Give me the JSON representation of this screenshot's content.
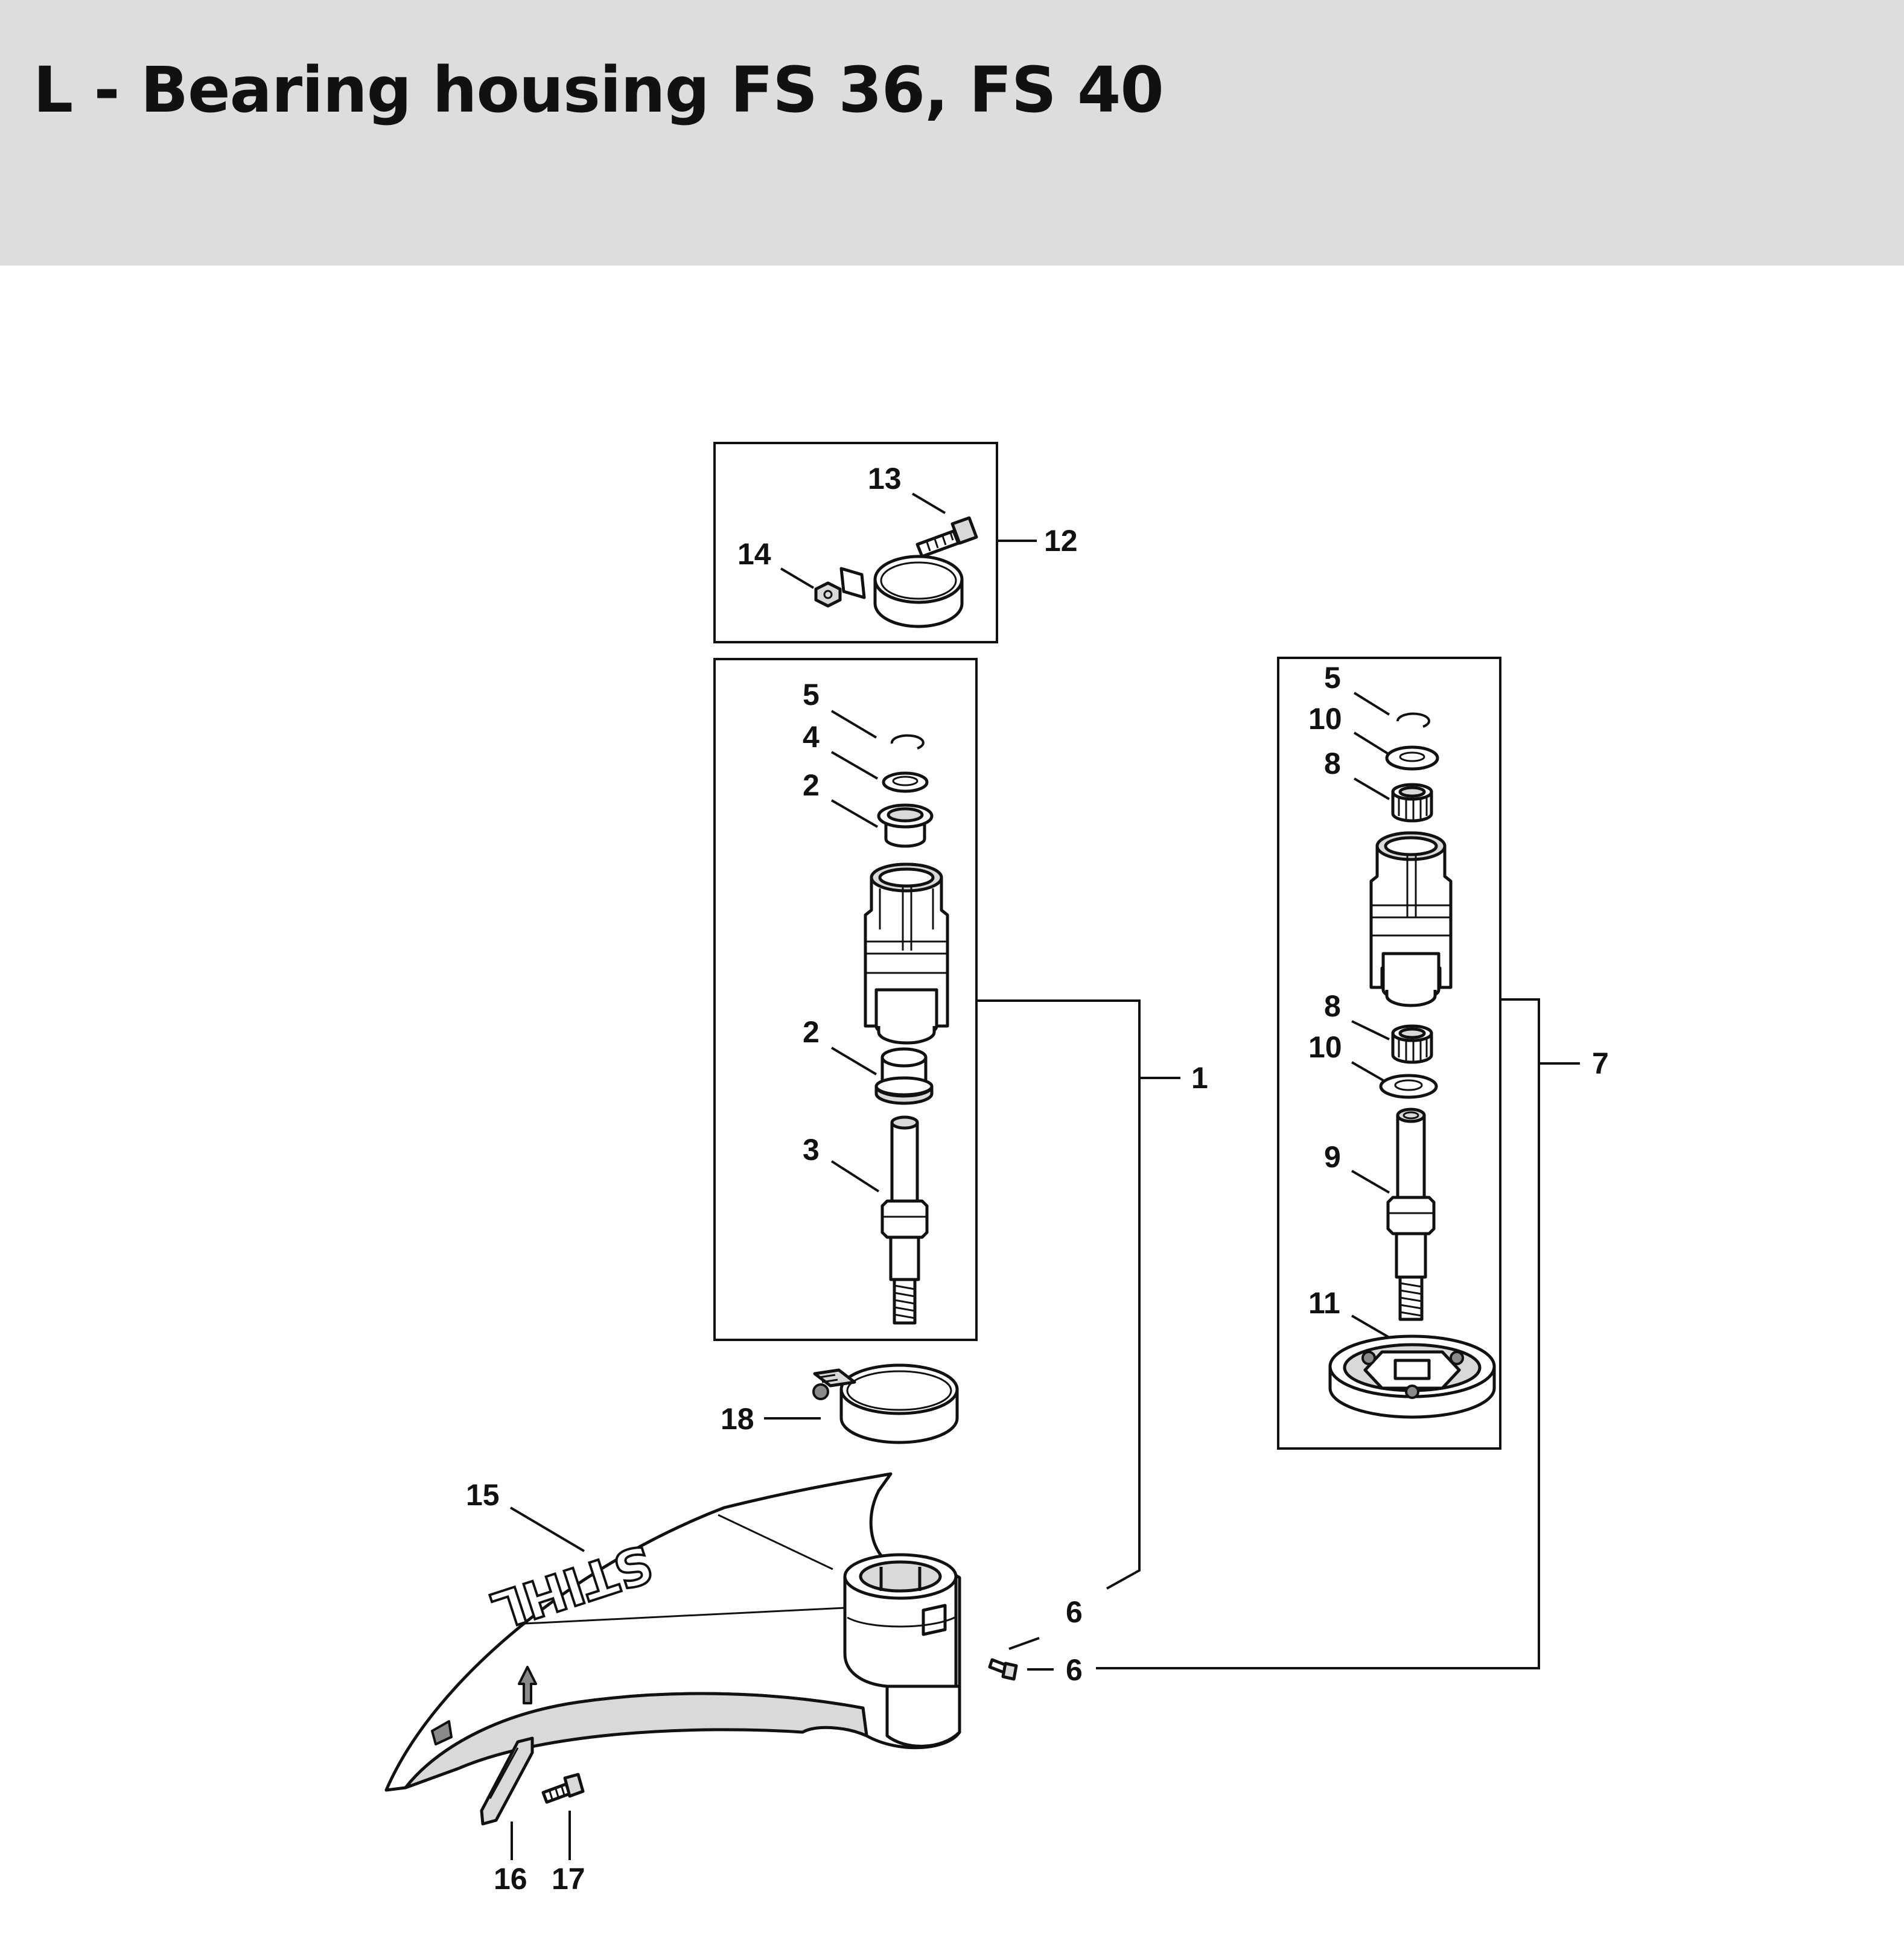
{
  "title": "L - Bearing housing FS 36, FS 40",
  "colors": {
    "header_background": "#dcdddd",
    "line": "#111111",
    "part_shading": "#d9d9d9"
  },
  "callouts": {
    "c1": "1",
    "c2a": "2",
    "c2b": "2",
    "c3": "3",
    "c4": "4",
    "c5a": "5",
    "c5b": "5",
    "c6a": "6",
    "c6b": "6",
    "c7": "7",
    "c8a": "8",
    "c8b": "8",
    "c9": "9",
    "c10a": "10",
    "c10b": "10",
    "c11": "11",
    "c12": "12",
    "c13": "13",
    "c14": "14",
    "c15": "15",
    "c16": "16",
    "c17": "17",
    "c18": "18"
  },
  "guard_brand_text": "STIHL"
}
